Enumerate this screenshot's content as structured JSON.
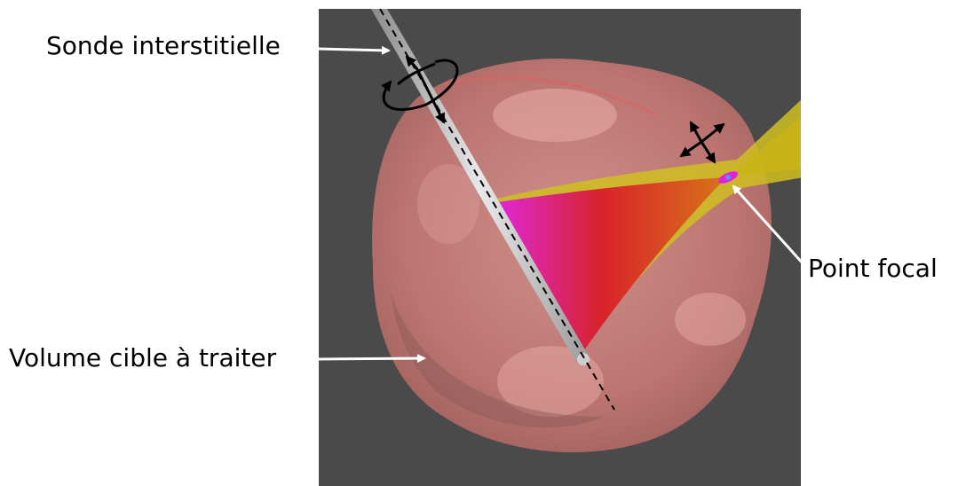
{
  "labels": {
    "probe": "Sonde interstitielle",
    "target_volume": "Volume cible à traiter",
    "focal_point": "Point focal"
  },
  "colors": {
    "background": "#4a4a4a",
    "organ": "#c97f7b",
    "probe": "#c9c9c9",
    "beam_outer": "#d8c21a",
    "beam_core": "#d81a2a",
    "beam_inner": "#e020e0",
    "arrow": "#ffffff",
    "motion_arrows": "#000000"
  },
  "icons": {
    "probe_motion": "rotate-translate-arrows-icon",
    "focal_motion": "four-way-arrows-icon"
  }
}
